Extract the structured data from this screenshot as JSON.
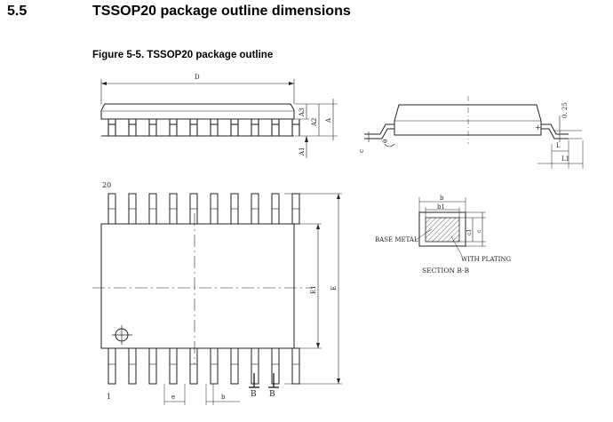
{
  "section": {
    "number": "5.5",
    "title": "TSSOP20 package outline dimensions"
  },
  "figure": {
    "caption": "Figure 5-5. TSSOP20 package outline"
  },
  "drawing": {
    "side_view": {
      "label_D": "D",
      "label_A3": "A3",
      "label_A2": "A2",
      "label_A": "A",
      "label_A1": "A1"
    },
    "end_view": {
      "label_c": "c",
      "label_theta": "θ",
      "label_025": "0. 25",
      "label_L": "L",
      "label_L1": "L1"
    },
    "top_view": {
      "pin_20": "20",
      "pin_1": "1",
      "label_e": "e",
      "label_b": "b",
      "label_B_left": "B",
      "label_B_right": "B",
      "label_E1": "E1",
      "label_E": "E"
    },
    "section_view": {
      "label_b": "b",
      "label_b1": "b1",
      "label_c1": "c1",
      "label_c": "c",
      "base_metal": "BASE METAL",
      "with_plating": "WITH PLATING",
      "section_title": "SECTION B-B"
    }
  }
}
